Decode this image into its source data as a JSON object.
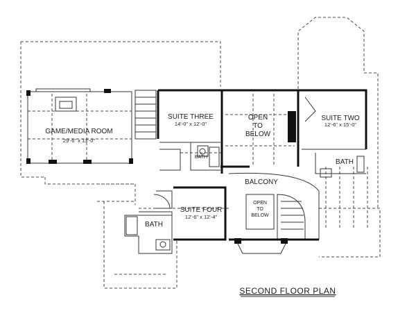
{
  "plan": {
    "title": "SECOND FLOOR PLAN",
    "rooms": {
      "game_media": {
        "name": "GAME/MEDIA ROOM",
        "dim": "29'-6\" x 13'-0\""
      },
      "suite_three": {
        "name": "SUITE THREE",
        "dim": "14'-0\" x 12'-0\""
      },
      "open_below_1": {
        "line1": "OPEN",
        "line2": "TO",
        "line3": "BELOW"
      },
      "suite_two": {
        "name": "SUITE TWO",
        "dim": "12'-6\" x 15'-0\""
      },
      "bath_small": "BATH",
      "bath_right": "BATH",
      "balcony": "BALCONY",
      "open_below_2": {
        "line1": "OPEN",
        "line2": "TO",
        "line3": "BELOW"
      },
      "suite_four": {
        "name": "SUITE FOUR",
        "dim": "12'-6\" x 12'-4\""
      },
      "bath_left": "BATH"
    }
  }
}
